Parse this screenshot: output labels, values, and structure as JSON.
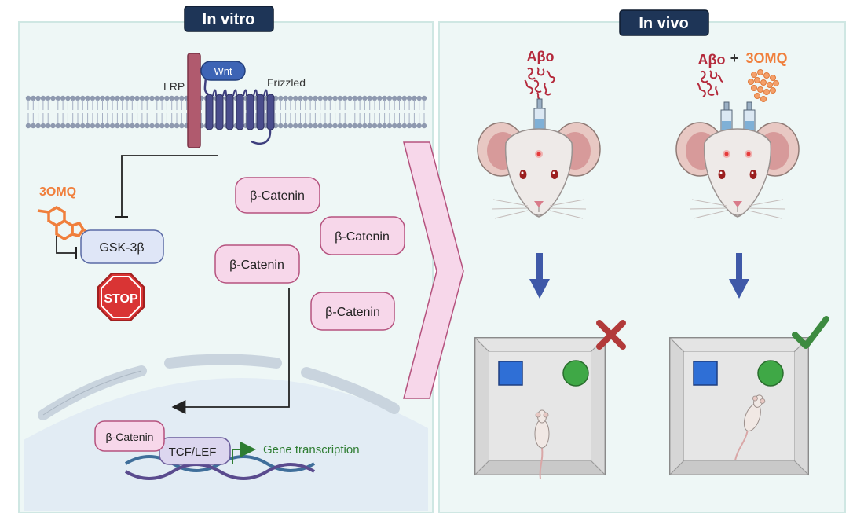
{
  "headers": {
    "in_vitro": "In vitro",
    "in_vivo": "In vivo"
  },
  "membrane": {
    "lrp": "LRP",
    "wnt": "Wnt",
    "frizzled": "Frizzled"
  },
  "drug": {
    "name": "3OMQ",
    "target": "GSK-3β",
    "stop": "STOP"
  },
  "beta_catenin": {
    "label": "β-Catenin"
  },
  "nucleus": {
    "tcf": "TCF/LEF",
    "gene": "Gene transcription"
  },
  "in_vivo": {
    "abo": "Aβo",
    "plus": "+",
    "drug": "3OMQ"
  },
  "colors": {
    "panel_bg": "#eef7f6",
    "header_bg": "#1e3557",
    "drug_orange": "#f07f3c",
    "abo_red": "#b42a3c",
    "catenin_fill": "#f7d7ea",
    "catenin_stroke": "#b5527e",
    "gsk_fill": "#dfe6f7",
    "arrow_blue": "#3f59a8",
    "gene_green": "#2e7d32",
    "fail_red": "#b23a3a",
    "pass_green": "#3d8b40"
  }
}
